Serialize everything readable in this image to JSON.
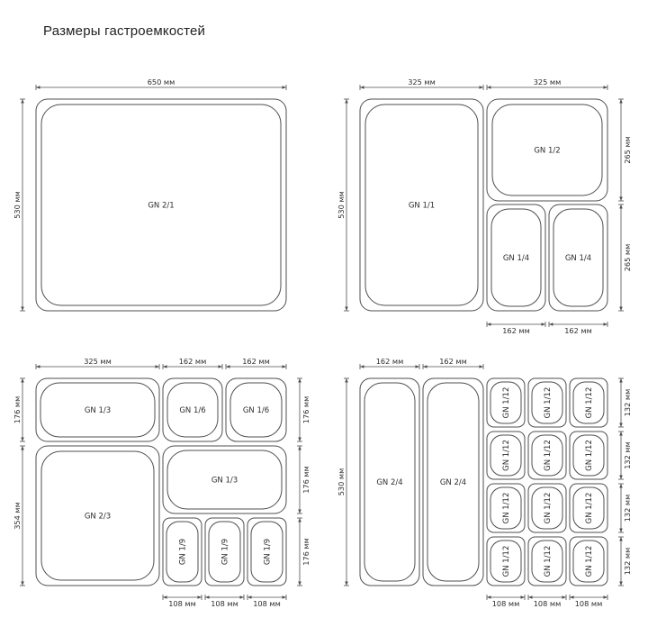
{
  "title": "Размеры гастроемкостей",
  "unit": "мм",
  "colors": {
    "line": "#4f4f4f",
    "text": "#2d2d2d",
    "background": "#ffffff"
  },
  "panels": [
    {
      "id": "gn-2-1-group",
      "containers": [
        "GN 2/1"
      ],
      "dims": [
        "650 мм",
        "530 мм"
      ]
    },
    {
      "id": "gn-1-1-group",
      "containers": [
        "GN 1/1",
        "GN 1/2",
        "GN 1/4",
        "GN 1/4"
      ],
      "dims": [
        "325 мм",
        "325 мм",
        "530 мм",
        "265 мм",
        "265 мм",
        "162 мм",
        "162 мм"
      ]
    },
    {
      "id": "gn-1-3-group",
      "containers": [
        "GN 1/3",
        "GN 1/6",
        "GN 1/6",
        "GN 2/3",
        "GN 1/3",
        "GN 1/9",
        "GN 1/9",
        "GN 1/9"
      ],
      "dims": [
        "325 мм",
        "162 мм",
        "162 мм",
        "176 мм",
        "354 мм",
        "176 мм",
        "176 мм",
        "176 мм",
        "108 мм",
        "108 мм",
        "108 мм"
      ]
    },
    {
      "id": "gn-2-4-group",
      "containers": [
        "GN 2/4",
        "GN 2/4",
        "GN 1/12",
        "GN 1/12",
        "GN 1/12",
        "GN 1/12",
        "GN 1/12",
        "GN 1/12",
        "GN 1/12",
        "GN 1/12",
        "GN 1/12",
        "GN 1/12",
        "GN 1/12",
        "GN 1/12"
      ],
      "dims": [
        "162 мм",
        "162 мм",
        "530 мм",
        "132 мм",
        "132 мм",
        "132 мм",
        "132 мм",
        "108 мм",
        "108 мм",
        "108 мм"
      ]
    }
  ]
}
